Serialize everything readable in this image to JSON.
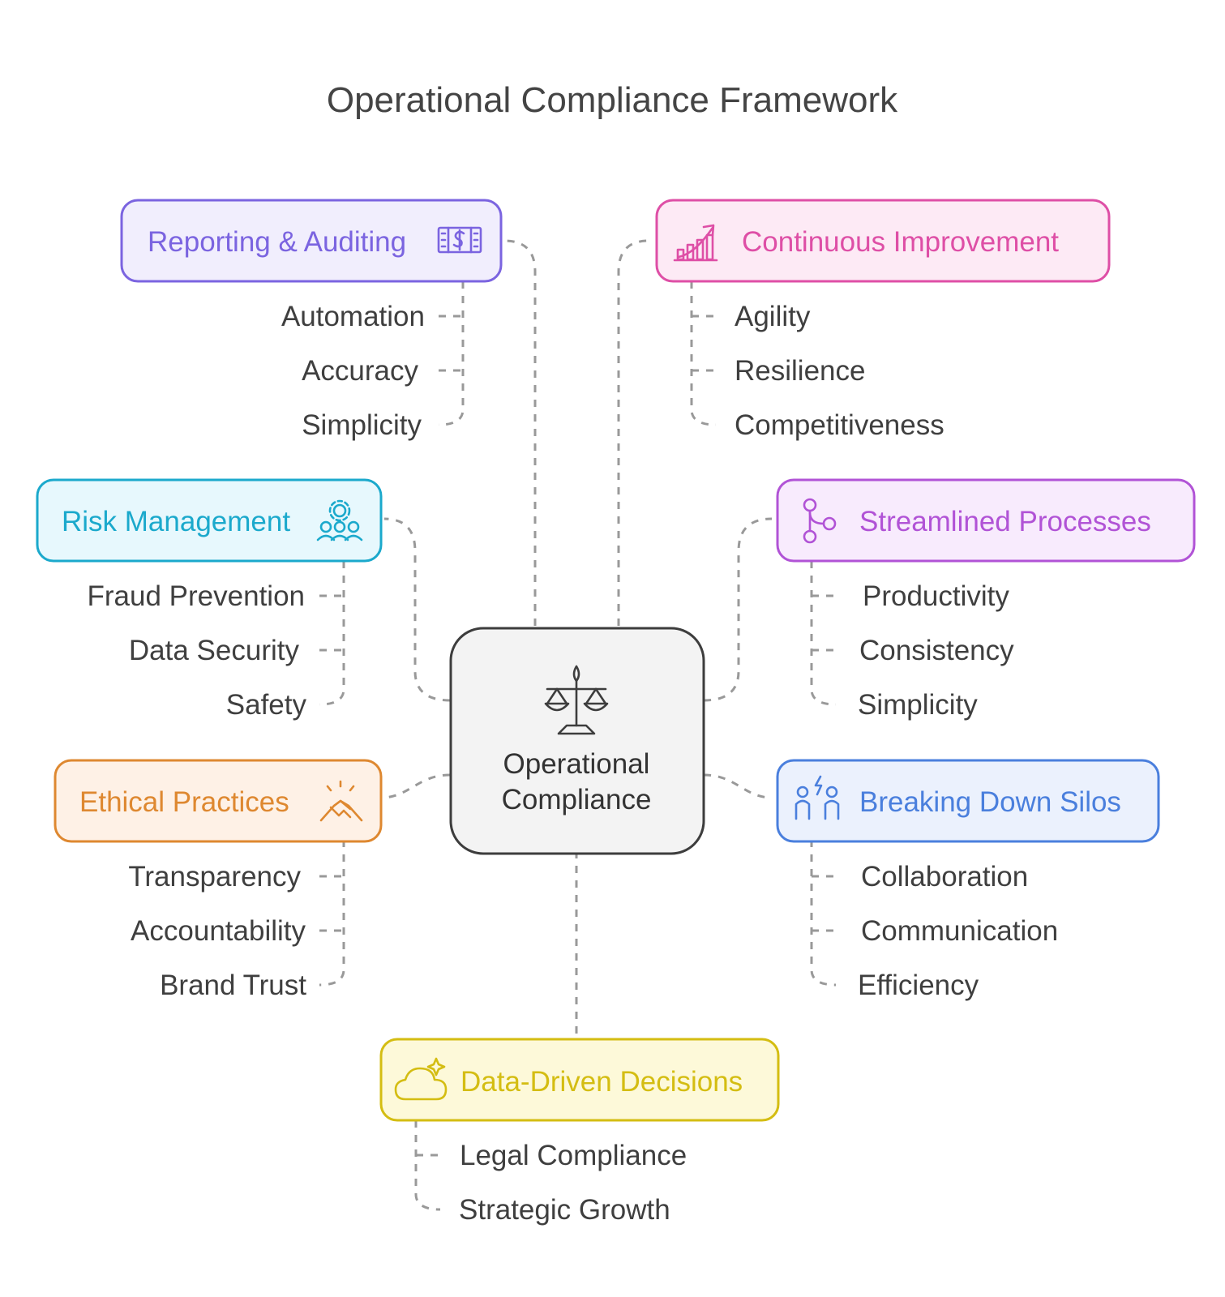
{
  "title": "Operational Compliance Framework",
  "center": {
    "line1": "Operational",
    "line2": "Compliance",
    "icon": "scales-icon"
  },
  "nodes": [
    {
      "id": "reporting",
      "label": "Reporting & Auditing",
      "icon": "money-bill-icon",
      "color": "#7b64e0",
      "fill": "#f1eefd",
      "items": [
        "Automation",
        "Accuracy",
        "Simplicity"
      ]
    },
    {
      "id": "continuous",
      "label": "Continuous Improvement",
      "icon": "growth-chart-icon",
      "color": "#de4fa6",
      "fill": "#fdeaf5",
      "items": [
        "Agility",
        "Resilience",
        "Competitiveness"
      ]
    },
    {
      "id": "risk",
      "label": "Risk Management",
      "icon": "team-gear-icon",
      "color": "#1ba9cc",
      "fill": "#e7f8fd",
      "items": [
        "Fraud Prevention",
        "Data Security",
        "Safety"
      ]
    },
    {
      "id": "streamlined",
      "label": "Streamlined Processes",
      "icon": "process-flow-icon",
      "color": "#b153d6",
      "fill": "#f8ebfd",
      "items": [
        "Productivity",
        "Consistency",
        "Simplicity"
      ]
    },
    {
      "id": "ethical",
      "label": "Ethical Practices",
      "icon": "handshake-icon",
      "color": "#de8830",
      "fill": "#fef1e6",
      "items": [
        "Transparency",
        "Accountability",
        "Brand Trust"
      ]
    },
    {
      "id": "silos",
      "label": "Breaking Down Silos",
      "icon": "collaboration-icon",
      "color": "#4a7fdd",
      "fill": "#ebf1fd",
      "items": [
        "Collaboration",
        "Communication",
        "Efficiency"
      ]
    },
    {
      "id": "datadriven",
      "label": "Data-Driven Decisions",
      "icon": "cloud-sparkle-icon",
      "color": "#d4bd12",
      "fill": "#fdf9d9",
      "items": [
        "Legal Compliance",
        "Strategic Growth"
      ]
    }
  ]
}
